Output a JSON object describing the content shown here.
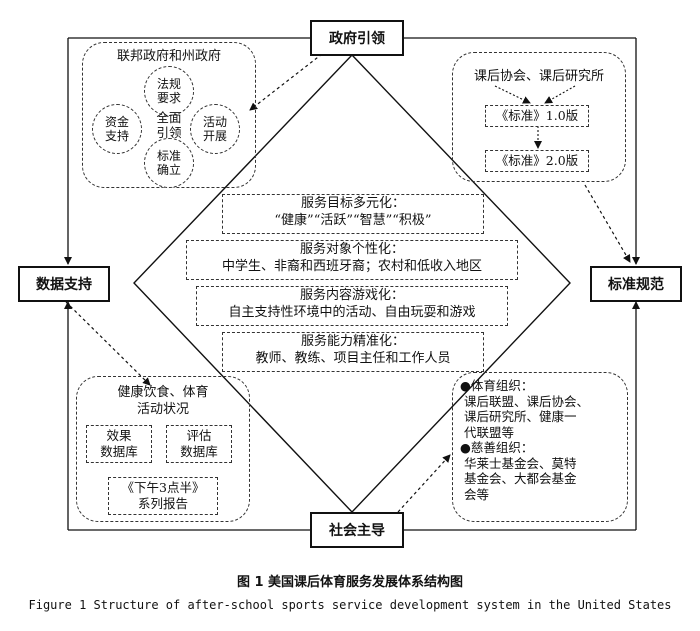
{
  "nodes": {
    "government": "政府引领",
    "data": "数据支持",
    "standards": "标准规范",
    "society": "社会主导"
  },
  "gov_box": {
    "title": "联邦政府和州政府",
    "center": "全面引领",
    "circles": {
      "top": "法规要求",
      "left": "资金支持",
      "right": "活动开展",
      "bottom": "标准确立"
    }
  },
  "std_box": {
    "top": "课后协会、课后研究所",
    "v1": "《标准》1.0版",
    "v2": "《标准》2.0版"
  },
  "data_box": {
    "title_line1": "健康饮食、体育",
    "title_line2": "活动状况",
    "db1_line1": "效果",
    "db1_line2": "数据库",
    "db2_line1": "评估",
    "db2_line2": "数据库",
    "report_line1": "《下午3点半》",
    "report_line2": "系列报告"
  },
  "soc_box": {
    "sports_title": "●体育组织：",
    "sports_lines": [
      "课后联盟、课后协会、",
      "课后研究所、健康一",
      "代联盟等"
    ],
    "charity_title": "●慈善组织：",
    "charity_lines": [
      "华莱士基金会、莫特",
      "基金会、大都会基金",
      "会等"
    ]
  },
  "center": [
    {
      "title": "服务目标多元化：",
      "body": "“健康”“活跃”“智慧”“积极”"
    },
    {
      "title": "服务对象个性化：",
      "body": "中学生、非裔和西班牙裔；农村和低收入地区"
    },
    {
      "title": "服务内容游戏化：",
      "body": "自主支持性环境中的活动、自由玩耍和游戏"
    },
    {
      "title": "服务能力精准化：",
      "body": "教师、教练、项目主任和工作人员"
    }
  ],
  "caption": {
    "cn": "图 1   美国课后体育服务发展体系结构图",
    "en": "Figure 1   Structure of after-school sports service development system in the United States"
  }
}
